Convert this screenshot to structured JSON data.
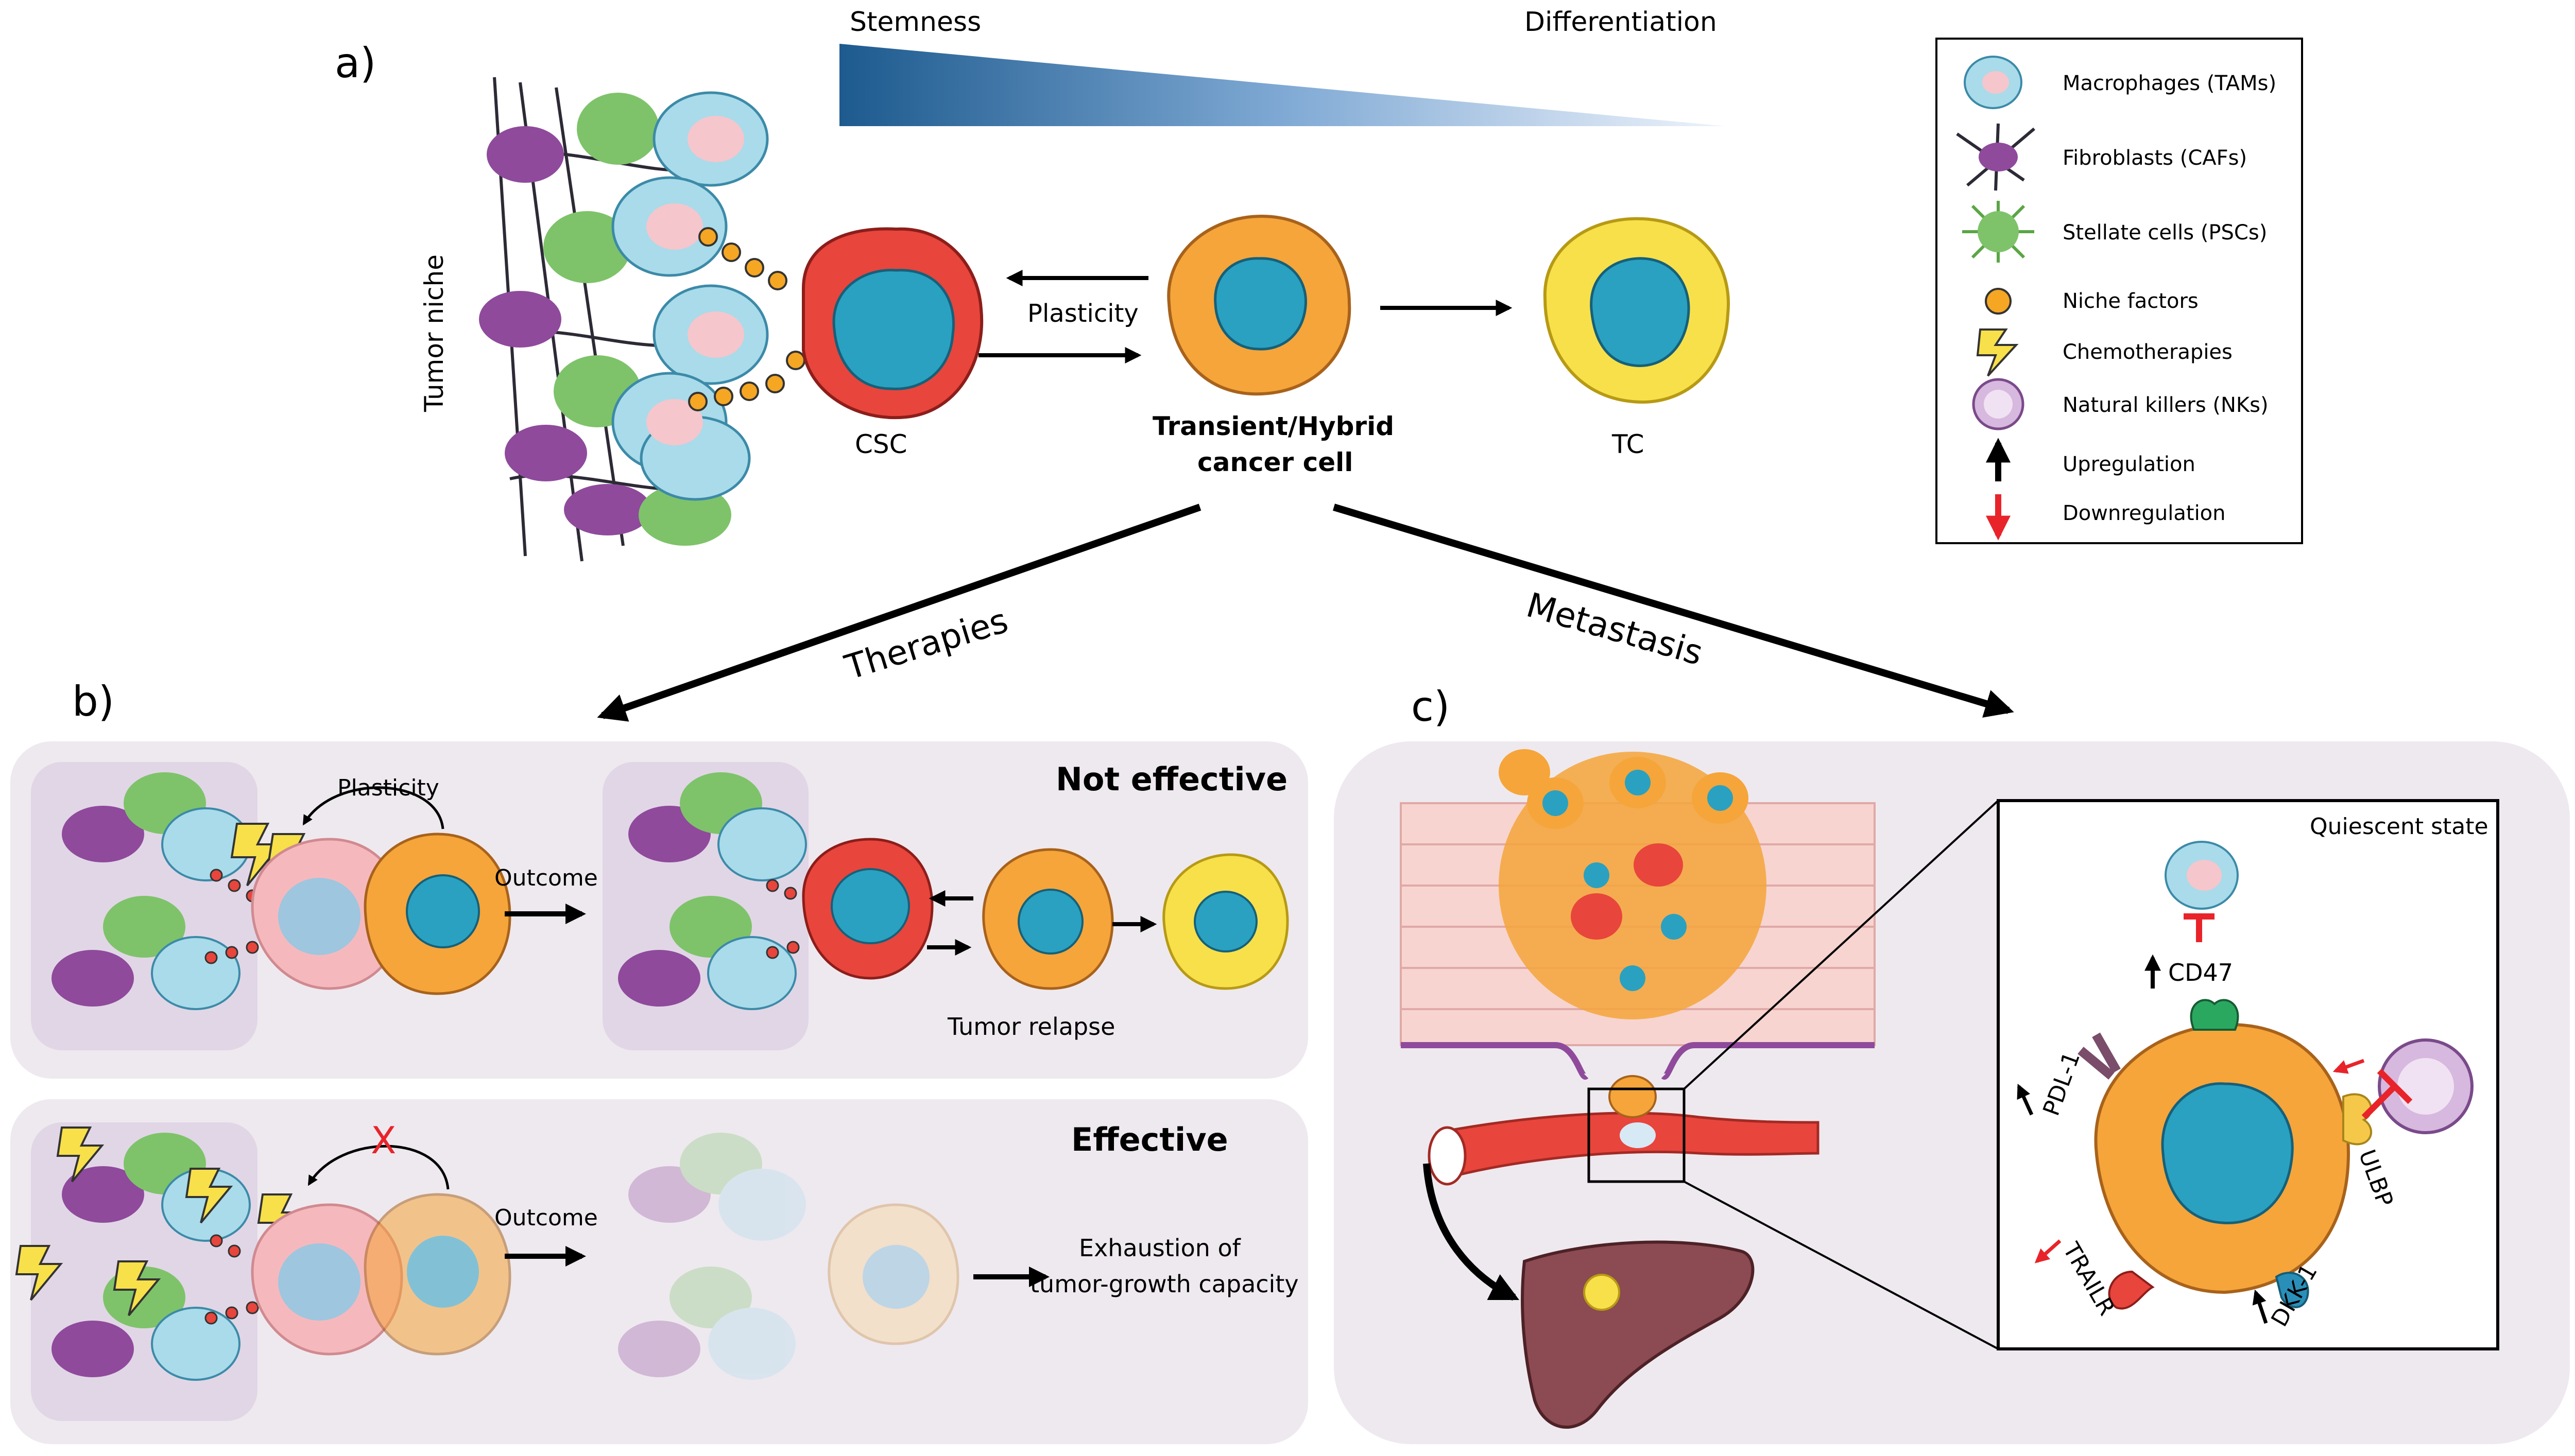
{
  "panel_a": {
    "label": "a)",
    "stemness": "Stemness",
    "differentiation": "Differentiation",
    "tumor_niche": "Tumor niche",
    "plasticity": "Plasticity",
    "csc": "CSC",
    "hybrid_line1": "Transient/Hybrid",
    "hybrid_line2": "cancer cell",
    "tc": "TC",
    "therapies": "Therapies",
    "metastasis": "Metastasis"
  },
  "legend": {
    "items": [
      {
        "label": "Macrophages (TAMs)",
        "icon": "macrophage-icon"
      },
      {
        "label": "Fibroblasts (CAFs)",
        "icon": "fibroblast-icon"
      },
      {
        "label": "Stellate cells (PSCs)",
        "icon": "stellate-cell-icon"
      },
      {
        "label": "Niche factors",
        "icon": "niche-factor-icon"
      },
      {
        "label": "Chemotherapies",
        "icon": "lightning-icon"
      },
      {
        "label": "Natural killers (NKs)",
        "icon": "nk-cell-icon"
      },
      {
        "label": "Upregulation",
        "icon": "up-arrow-icon"
      },
      {
        "label": "Downregulation",
        "icon": "down-arrow-icon"
      }
    ]
  },
  "panel_b": {
    "label": "b)",
    "not_effective": {
      "title": "Not effective",
      "plasticity": "Plasticity",
      "outcome": "Outcome",
      "relapse": "Tumor relapse"
    },
    "effective": {
      "title": "Effective",
      "blocked_mark": "X",
      "outcome": "Outcome",
      "exhaustion_line1": "Exhaustion of",
      "exhaustion_line2": "tumor-growth capacity"
    }
  },
  "panel_c": {
    "label": "c)",
    "quiescent": "Quiescent state",
    "markers": {
      "cd47": "CD47",
      "pdl1": "PDL-1",
      "ulbp": "ULBP",
      "trailr": "TRAILR",
      "dkk1": "DKK-1"
    }
  },
  "colors": {
    "csc_red": "#e8453c",
    "hybrid_orange": "#f5a53a",
    "tc_yellow": "#f7e04a",
    "nucleus_blue": "#2aa1c0",
    "panel_bg": "#eee9ef",
    "down_red": "#e8242a",
    "gradient_dark": "#1d5a8e"
  }
}
